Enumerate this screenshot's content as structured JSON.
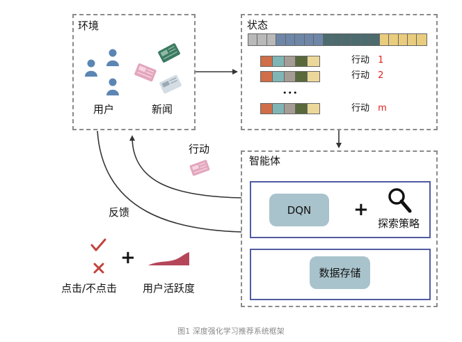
{
  "environment": {
    "title": "环境",
    "user_label": "用户",
    "news_label": "新闻"
  },
  "state": {
    "title": "状态",
    "bar_colors": [
      "#b9b9b9",
      "#b9b9b9",
      "#b9b9b9",
      "#6e86a8",
      "#6e86a8",
      "#6e86a8",
      "#6e86a8",
      "#6e86a8",
      "#4c6b6e",
      "#4c6b6e",
      "#4c6b6e",
      "#4c6b6e",
      "#4c6b6e",
      "#4c6b6e",
      "#e9cc7d",
      "#e9cc7d",
      "#e9cc7d",
      "#e9cc7d",
      "#e9cc7d"
    ],
    "action_colors": [
      "#d06e49",
      "#7fb6b5",
      "#a69c96",
      "#59693c",
      "#ecd79b"
    ],
    "actions": [
      {
        "label": "行动",
        "index": "1"
      },
      {
        "label": "行动",
        "index": "2"
      },
      {
        "label": "行动",
        "index": "m"
      }
    ],
    "ellipsis": "•••"
  },
  "agent": {
    "title": "智能体",
    "dqn_label": "DQN",
    "plus": "+",
    "explore_label": "探索策略",
    "storage_label": "数据存储"
  },
  "flows": {
    "action_label": "行动",
    "feedback_label": "反馈"
  },
  "feedback_items": {
    "plus": "+",
    "click_label": "点击/不点击",
    "activity_label": "用户活跃度"
  },
  "caption": "图1 深度强化学习推荐系统框架"
}
